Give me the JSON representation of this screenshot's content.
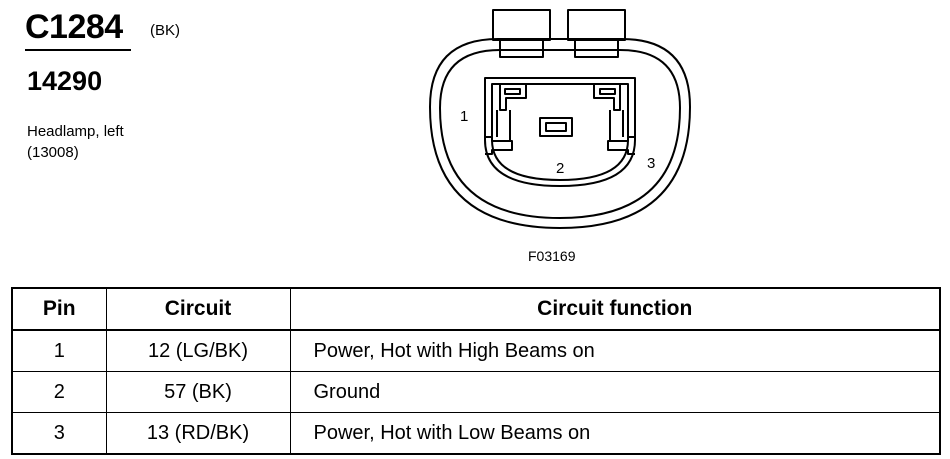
{
  "header": {
    "connector_id": "C1284",
    "color_code": "(BK)",
    "part_number": "14290",
    "description_line1": "Headlamp, left",
    "description_line2": "(13008)"
  },
  "diagram": {
    "pin_labels": [
      "1",
      "2",
      "3"
    ],
    "figure_id": "F03169"
  },
  "table": {
    "headers": {
      "pin": "Pin",
      "circuit": "Circuit",
      "function": "Circuit function"
    },
    "rows": [
      {
        "pin": "1",
        "circuit": "12 (LG/BK)",
        "function": "Power, Hot with High Beams on"
      },
      {
        "pin": "2",
        "circuit": "57 (BK)",
        "function": "Ground"
      },
      {
        "pin": "3",
        "circuit": "13 (RD/BK)",
        "function": "Power, Hot with Low Beams on"
      }
    ]
  }
}
